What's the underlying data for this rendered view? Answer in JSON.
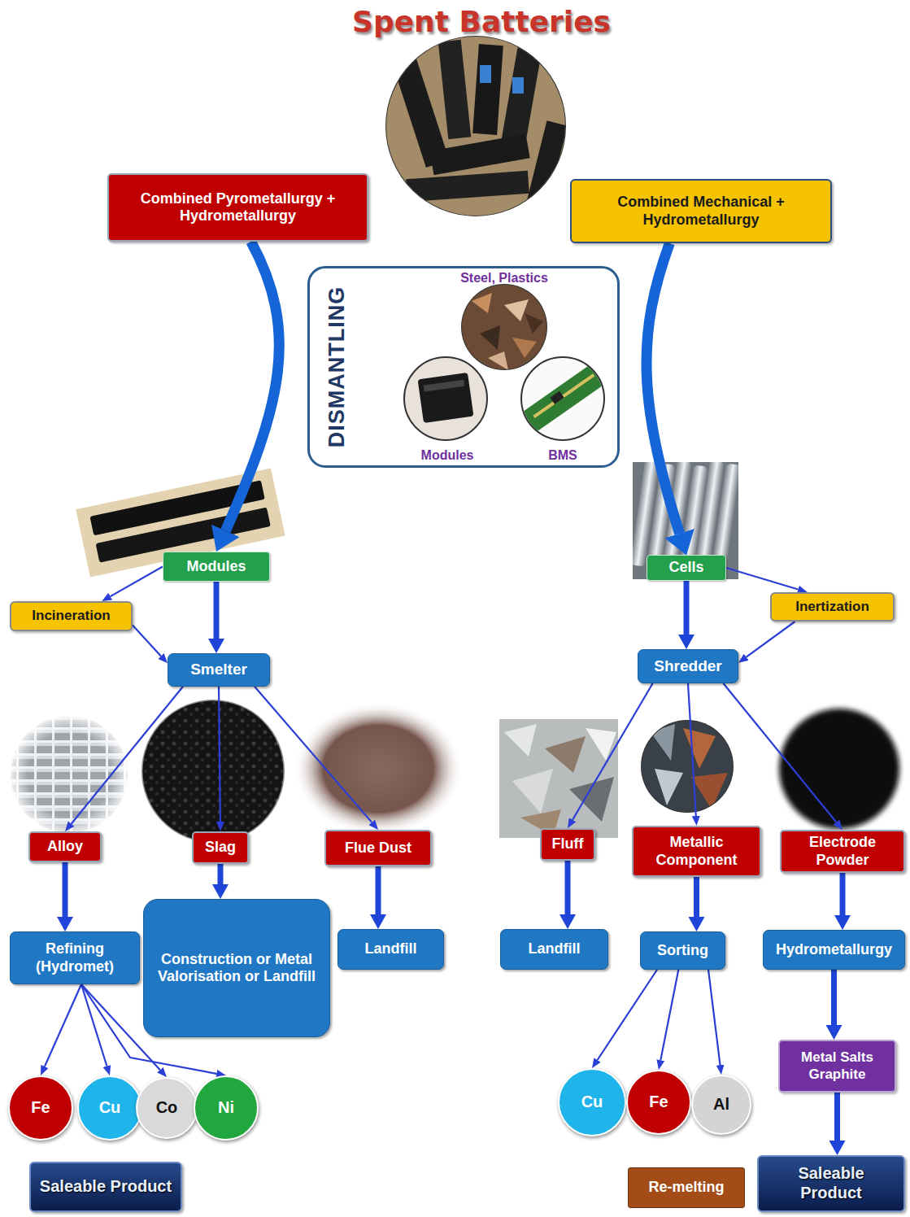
{
  "diagram": {
    "title": "Spent Batteries",
    "nodes": [
      {
        "text": [
          "Combined Pyrometallurgy + Hydrometallurgy"
        ]
      },
      {
        "text": [
          "Combined Mechanical + Hydrometallurgy"
        ]
      },
      {
        "text": [
          "DISMANTLING"
        ]
      },
      {
        "text": [
          "Steel, Plastics"
        ],
        "in": 2
      },
      {
        "text": [
          "Modules"
        ],
        "in": 2
      },
      {
        "text": [
          "BMS"
        ],
        "in": 2
      },
      {
        "text": [
          "Modules"
        ]
      },
      {
        "text": [
          "Cells"
        ]
      },
      {
        "text": [
          "Incineration"
        ]
      },
      {
        "text": [
          "Smelter"
        ]
      },
      {
        "text": [
          "Inertization"
        ]
      },
      {
        "text": [
          "Shredder"
        ]
      },
      {
        "text": [
          "Alloy"
        ]
      },
      {
        "text": [
          "Slag"
        ]
      },
      {
        "text": [
          "Flue Dust"
        ]
      },
      {
        "text": [
          "Fluff"
        ]
      },
      {
        "text": [
          "Metallic Component"
        ]
      },
      {
        "text": [
          "Electrode Powder"
        ]
      },
      {
        "text": [
          "Refining (Hydromet)"
        ]
      },
      {
        "text": [
          "Construction or Metal Valorisation or Landfill"
        ]
      },
      {
        "text": [
          "Landfill"
        ]
      },
      {
        "text": [
          "Landfill"
        ]
      },
      {
        "text": [
          "Sorting"
        ]
      },
      {
        "text": [
          "Hydrometallurgy"
        ]
      },
      {
        "text": [
          "Metal Salts Graphite"
        ]
      },
      {
        "text": [
          "Fe"
        ]
      },
      {
        "text": [
          "Cu"
        ]
      },
      {
        "text": [
          "Co"
        ]
      },
      {
        "text": [
          "Ni"
        ]
      },
      {
        "text": [
          "Cu"
        ]
      },
      {
        "text": [
          "Fe"
        ]
      },
      {
        "text": [
          "Al"
        ]
      },
      {
        "text": [
          "Saleable Product"
        ]
      },
      {
        "text": [
          "Re-melting"
        ]
      },
      {
        "text": [
          "Saleable Product"
        ]
      }
    ],
    "edges": [
      {
        "from": 0,
        "to": 6,
        "arrow": "to"
      },
      {
        "from": 1,
        "to": 7,
        "arrow": "to"
      },
      {
        "from": 6,
        "to": 8,
        "arrow": "to"
      },
      {
        "from": 6,
        "to": 9,
        "arrow": "to"
      },
      {
        "from": 8,
        "to": 9,
        "arrow": "to"
      },
      {
        "from": 7,
        "to": 11,
        "arrow": "to"
      },
      {
        "from": 7,
        "to": 10,
        "arrow": "to"
      },
      {
        "from": 10,
        "to": 11,
        "arrow": "to"
      },
      {
        "from": 9,
        "to": 12,
        "arrow": "to"
      },
      {
        "from": 9,
        "to": 13,
        "arrow": "to"
      },
      {
        "from": 9,
        "to": 14,
        "arrow": "to"
      },
      {
        "from": 11,
        "to": 15,
        "arrow": "to"
      },
      {
        "from": 11,
        "to": 16,
        "arrow": "to"
      },
      {
        "from": 11,
        "to": 17,
        "arrow": "to"
      },
      {
        "from": 12,
        "to": 18,
        "arrow": "to"
      },
      {
        "from": 13,
        "to": 19,
        "arrow": "to"
      },
      {
        "from": 14,
        "to": 20,
        "arrow": "to"
      },
      {
        "from": 15,
        "to": 21,
        "arrow": "to"
      },
      {
        "from": 16,
        "to": 22,
        "arrow": "to"
      },
      {
        "from": 17,
        "to": 23,
        "arrow": "to"
      },
      {
        "from": 18,
        "to": 25,
        "arrow": "to"
      },
      {
        "from": 18,
        "to": 26,
        "arrow": "to"
      },
      {
        "from": 18,
        "to": 27,
        "arrow": "to"
      },
      {
        "from": 18,
        "to": 28,
        "arrow": "to"
      },
      {
        "from": 22,
        "to": 29,
        "arrow": "to"
      },
      {
        "from": 22,
        "to": 30,
        "arrow": "to"
      },
      {
        "from": 22,
        "to": 31,
        "arrow": "to"
      },
      {
        "from": 23,
        "to": 24,
        "arrow": "to"
      },
      {
        "from": 24,
        "to": 34,
        "arrow": "to"
      }
    ]
  }
}
